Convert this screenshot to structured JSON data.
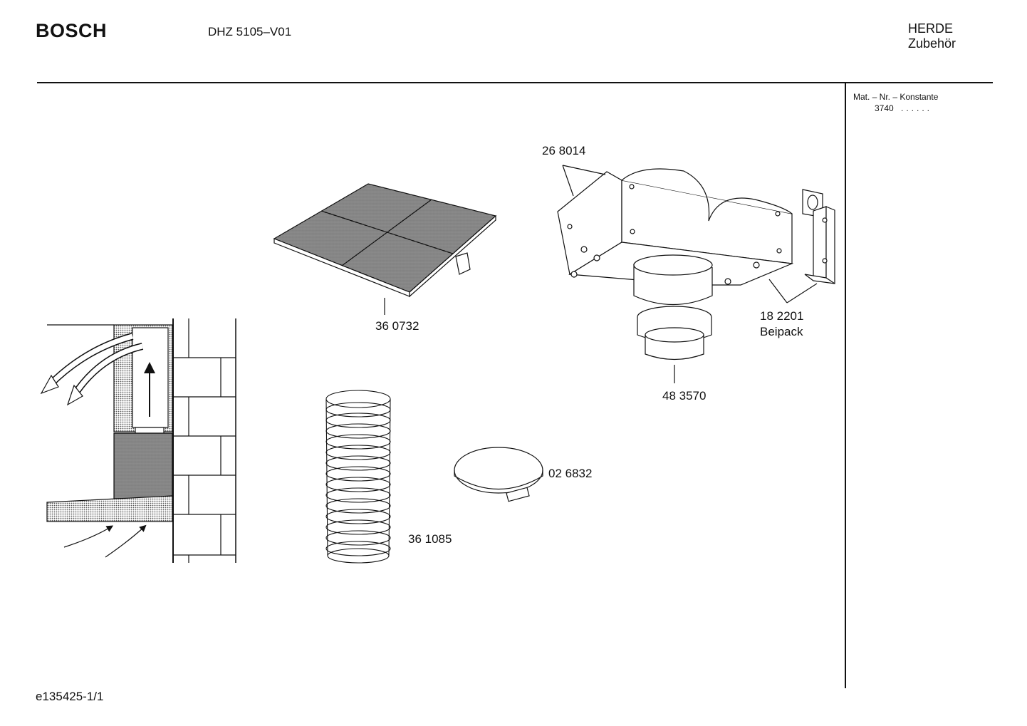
{
  "header": {
    "brand": "BOSCH",
    "model": "DHZ 5105–V01",
    "category_line1": "HERDE",
    "category_line2": "Zubehör"
  },
  "side_panel": {
    "mat_nr_label": "Mat. – Nr. – Konstante",
    "mat_nr_value": "3740",
    "dots": "......"
  },
  "parts": [
    {
      "part_number": "26 8014"
    },
    {
      "part_number": "36 0732"
    },
    {
      "part_number": "18 2201",
      "note": "Beipack"
    },
    {
      "part_number": "48 3570"
    },
    {
      "part_number": "02 6832"
    },
    {
      "part_number": "36 1085"
    }
  ],
  "footer": {
    "drawing_id": "e135425-1/1"
  },
  "colors": {
    "line": "#111111",
    "background": "#ffffff",
    "shade": "#9a9a9a"
  }
}
